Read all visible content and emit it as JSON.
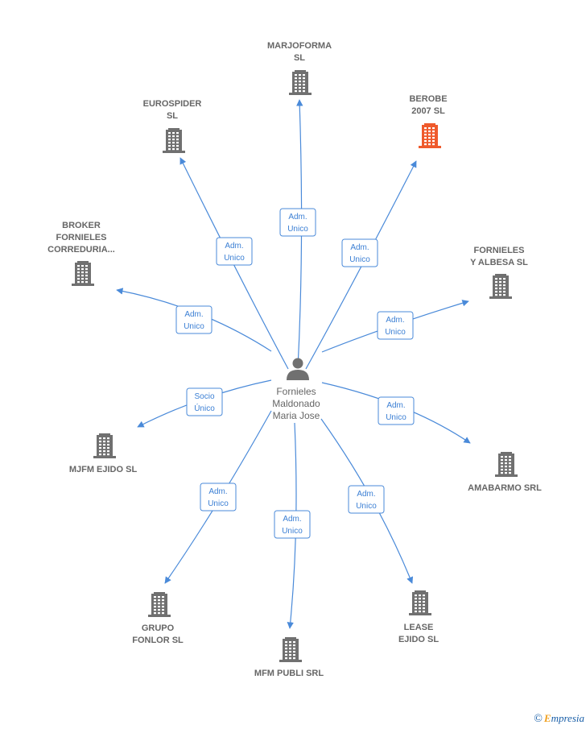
{
  "colors": {
    "edge": "#4a8ad9",
    "building": "#707070",
    "building_highlight": "#ef5a2c",
    "person": "#707070",
    "text": "#666666"
  },
  "center": {
    "lines": [
      "Fornieles",
      "Maldonado",
      "Maria Jose"
    ],
    "icon": "person-icon"
  },
  "nodes": [
    {
      "id": "marjoforma",
      "lines": [
        "MARJOFORMA",
        "SL"
      ],
      "edge_label": [
        "Adm.",
        "Unico"
      ],
      "highlight": false
    },
    {
      "id": "berobe",
      "lines": [
        "BEROBE",
        "2007  SL"
      ],
      "edge_label": [
        "Adm.",
        "Unico"
      ],
      "highlight": true
    },
    {
      "id": "eurospider",
      "lines": [
        "EUROSPIDER",
        "SL"
      ],
      "edge_label": [
        "Adm.",
        "Unico"
      ],
      "highlight": false
    },
    {
      "id": "broker",
      "lines": [
        "BROKER",
        "FORNIELES",
        "CORREDURIA..."
      ],
      "edge_label": [
        "Adm.",
        "Unico"
      ],
      "highlight": false
    },
    {
      "id": "fornieles-albesa",
      "lines": [
        "FORNIELES",
        "Y ALBESA  SL"
      ],
      "edge_label": [
        "Adm.",
        "Unico"
      ],
      "highlight": false
    },
    {
      "id": "amabarmo",
      "lines": [
        "AMABARMO SRL"
      ],
      "edge_label": [
        "Adm.",
        "Unico"
      ],
      "highlight": false
    },
    {
      "id": "mjfm",
      "lines": [
        "MJFM EJIDO SL"
      ],
      "edge_label": [
        "Socio",
        "Único"
      ],
      "highlight": false
    },
    {
      "id": "grupo-fonlor",
      "lines": [
        "GRUPO",
        "FONLOR  SL"
      ],
      "edge_label": [
        "Adm.",
        "Unico"
      ],
      "highlight": false
    },
    {
      "id": "mfm-publi",
      "lines": [
        "MFM PUBLI SRL"
      ],
      "edge_label": [
        "Adm.",
        "Unico"
      ],
      "highlight": false
    },
    {
      "id": "lease-ejido",
      "lines": [
        "LEASE",
        "EJIDO  SL"
      ],
      "edge_label": [
        "Adm.",
        "Unico"
      ],
      "highlight": false
    }
  ],
  "footer": {
    "copyright": "©",
    "brand_initial": "E",
    "brand_rest": "mpresia"
  }
}
